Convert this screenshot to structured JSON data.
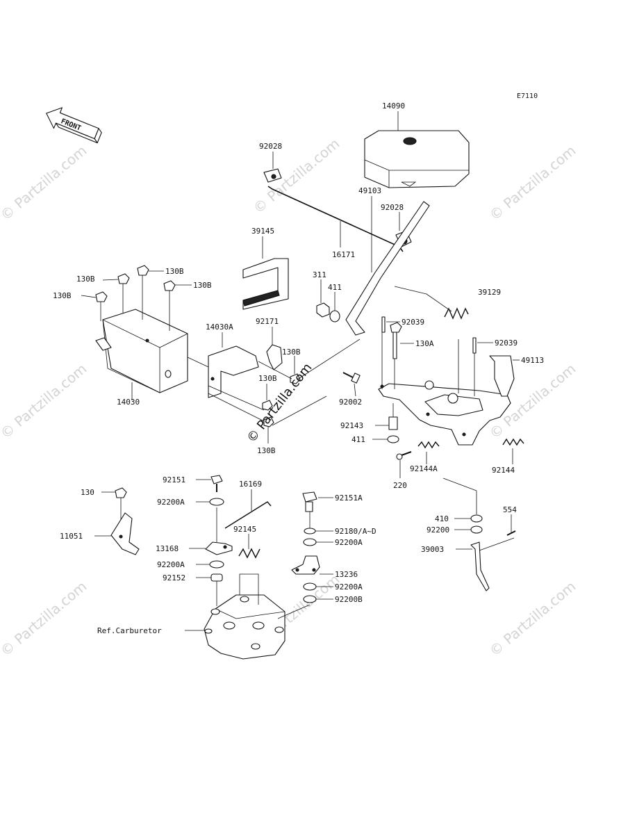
{
  "diagram_code": "E7110",
  "front_arrow_label": "FRONT",
  "center_watermark": "© Partzilla.com",
  "corner_watermark": "© Partzilla.com",
  "callouts": {
    "p14090": "14090",
    "p92028a": "92028",
    "p92028b": "92028",
    "p39145": "39145",
    "p16171": "16171",
    "p49103": "49103",
    "p311": "311",
    "p411a": "411",
    "p39129": "39129",
    "p130b1": "130B",
    "p130b2": "130B",
    "p130b3": "130B",
    "p130b4": "130B",
    "p130b5": "130B",
    "p130b6": "130B",
    "p130b7": "130B",
    "p14030a": "14030A",
    "p92171": "92171",
    "p14030": "14030",
    "p92039a": "92039",
    "p130a": "130A",
    "p92039b": "92039",
    "p49113": "49113",
    "p92002": "92002",
    "p92143": "92143",
    "p411b": "411",
    "p92144a": "92144A",
    "p92144": "92144",
    "p220": "220",
    "p130": "130",
    "p11051": "11051",
    "p92151": "92151",
    "p92200a1": "92200A",
    "p16169": "16169",
    "p92145": "92145",
    "p13168": "13168",
    "p92200a2": "92200A",
    "p92152": "92152",
    "p92151a": "92151A",
    "p92180": "92180/A~D",
    "p92200a3": "92200A",
    "p13236": "13236",
    "p92200a4": "92200A",
    "p92200b": "92200B",
    "p410": "410",
    "p554": "554",
    "p92200": "92200",
    "p39003": "39003",
    "ref_carb": "Ref.Carburetor"
  }
}
